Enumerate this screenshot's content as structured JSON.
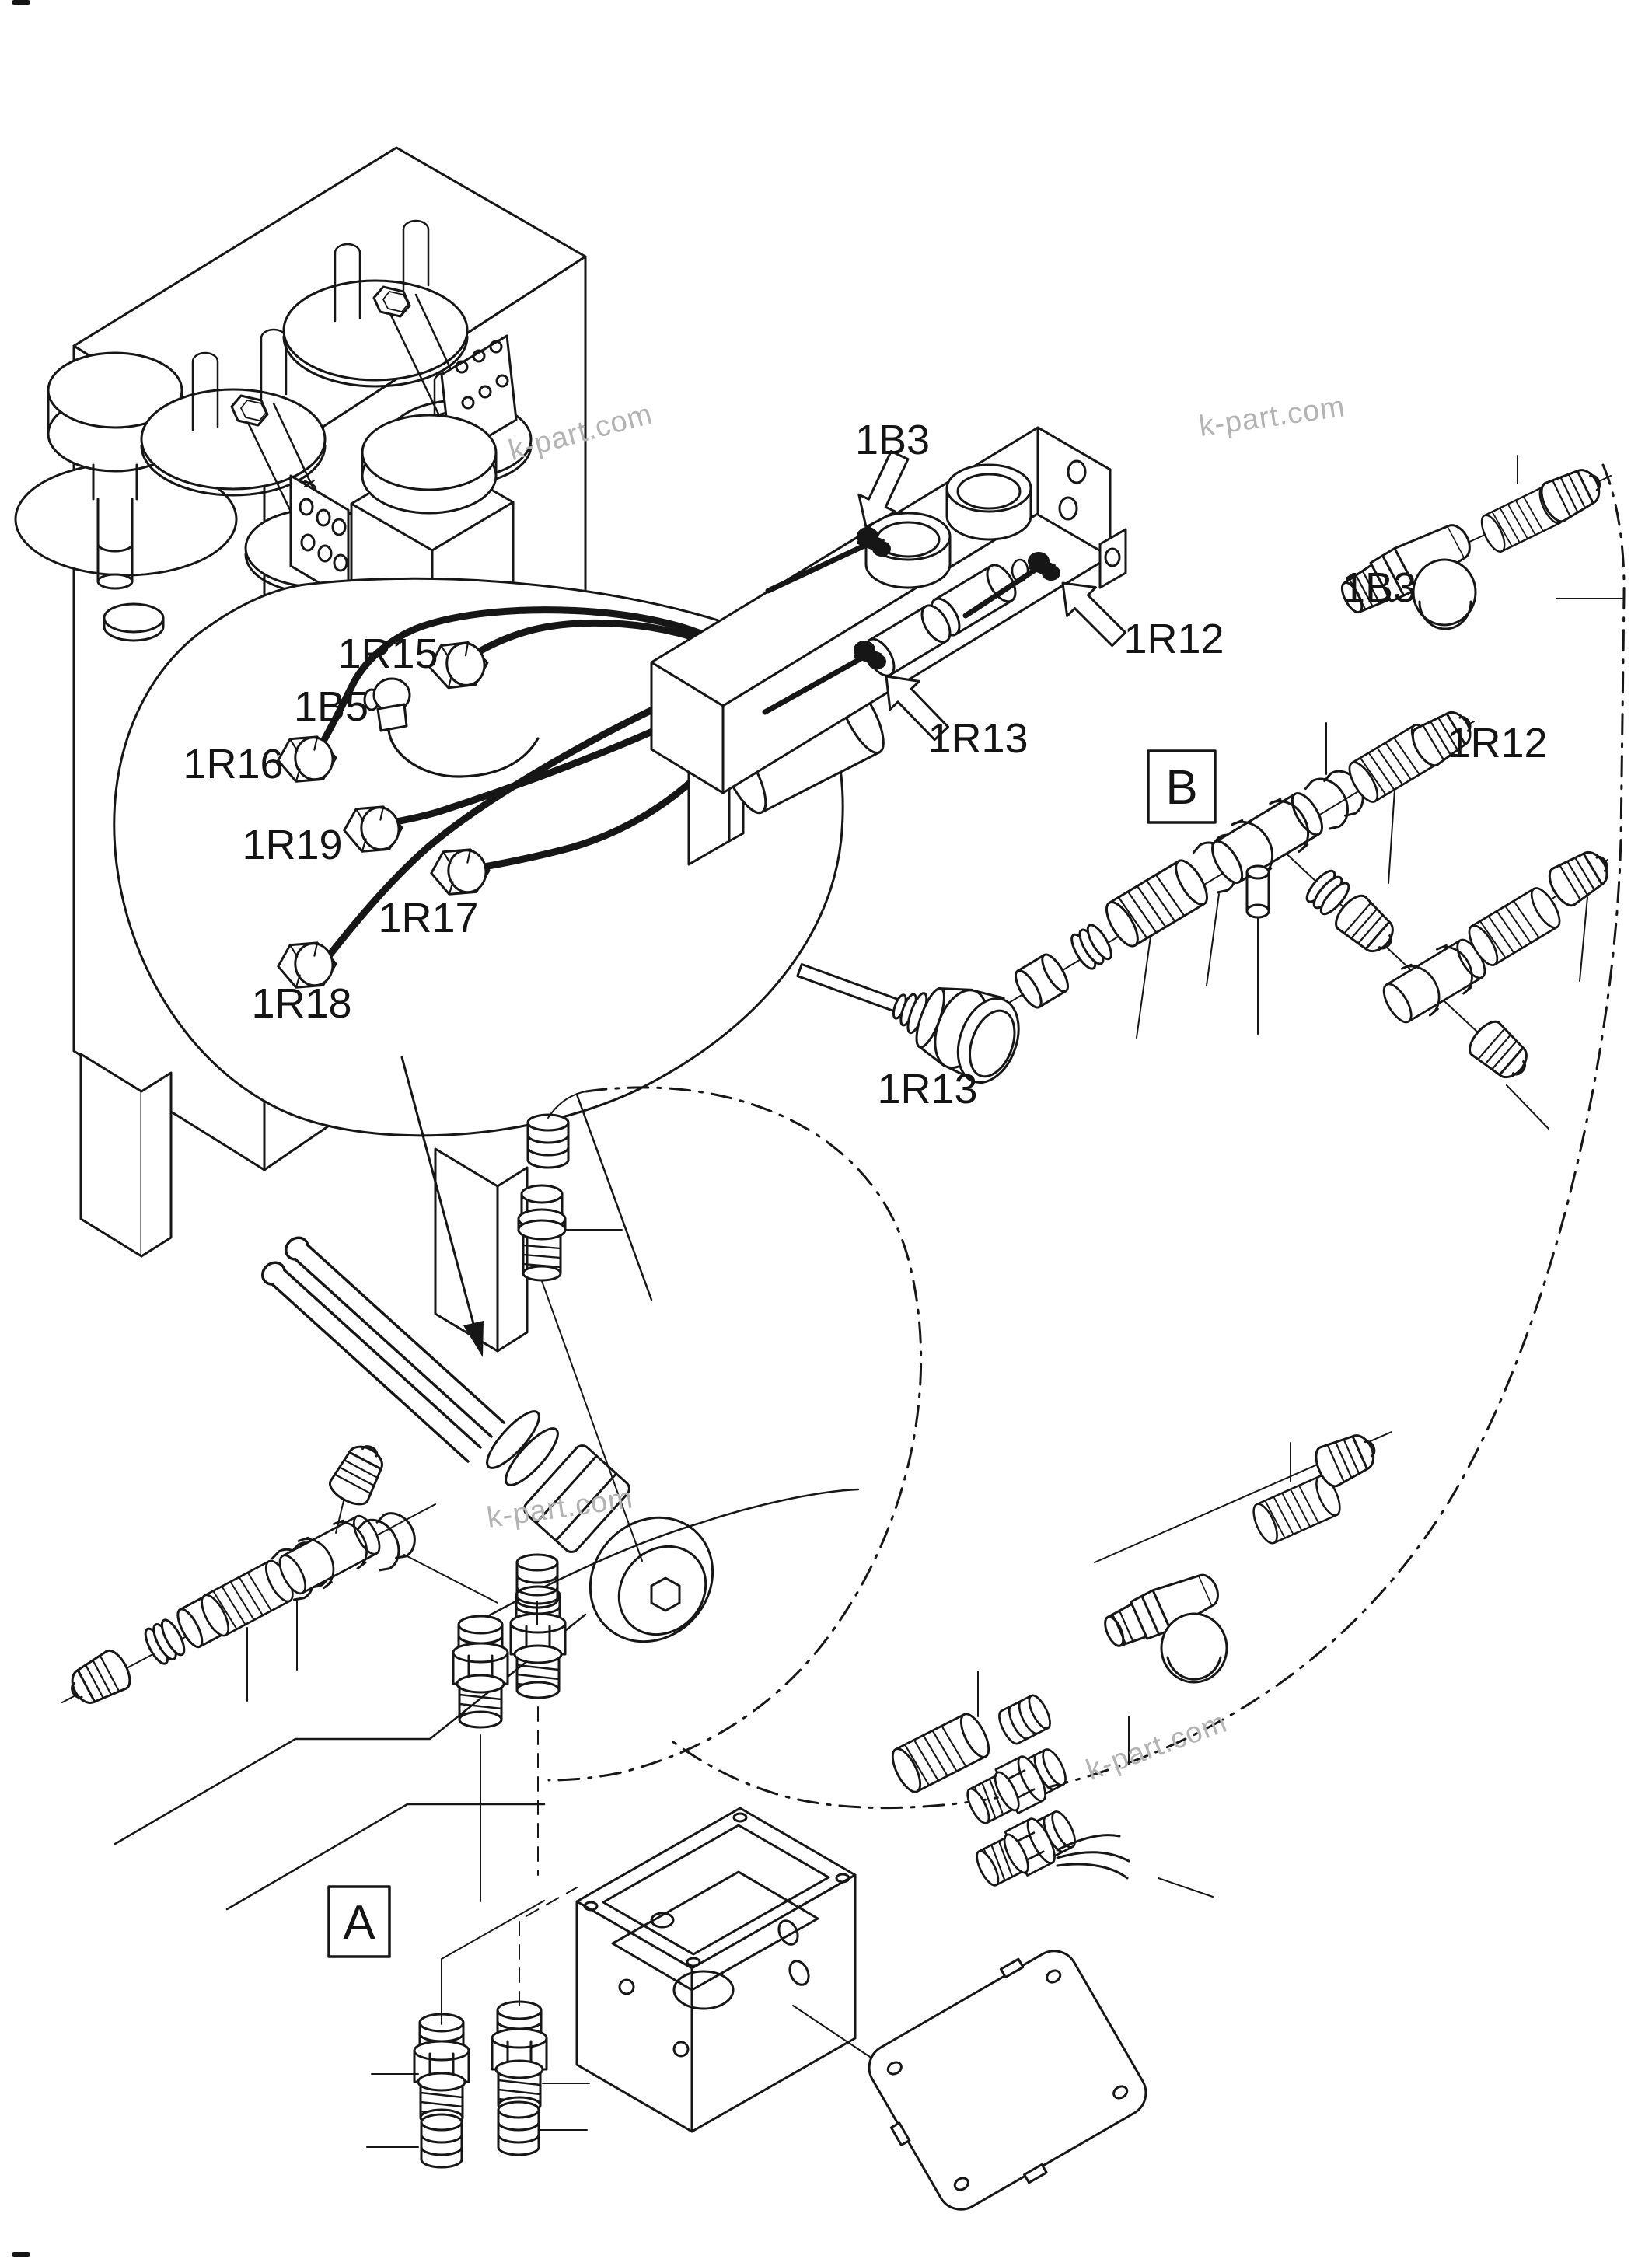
{
  "diagram": {
    "type": "exploded-parts-diagram",
    "labels": {
      "b3_manifold": "1B3",
      "r12_manifold": "1R12",
      "r13_manifold": "1R13",
      "b3_tee": "1B3",
      "r12_chain": "1R12",
      "r13_probe": "1R13",
      "r15": "1R15",
      "b5": "1B5",
      "r16": "1R16",
      "r19": "1R19",
      "r17": "1R17",
      "r18": "1R18"
    },
    "sections": {
      "a": "A",
      "b": "B"
    },
    "watermark": "k-part.com",
    "colors": {
      "line": "#161616",
      "background": "#ffffff",
      "watermark": "#b3b3b3"
    }
  }
}
